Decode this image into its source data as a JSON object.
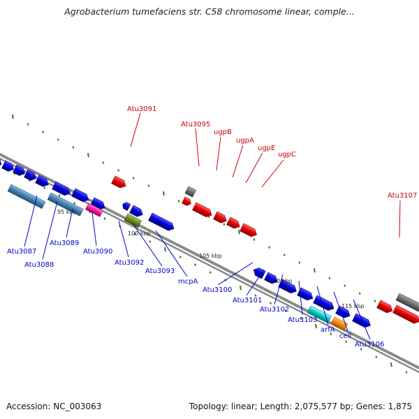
{
  "title": "Agrobacterium tumefaciens str. C58 chromosome linear, comple...",
  "footer": {
    "accession": "Accession: NC_003063",
    "summary": "Topology: linear; Length: 2,075,577 bp; Genes: 1,875"
  },
  "colors": {
    "top_label": "#cc0000",
    "bottom_label": "#0000cc",
    "backbone": "#8a8a8a",
    "tick": "#2e7d12"
  },
  "kbp_labels": [
    "95 kbp",
    "100 kbp",
    "105 kbp",
    "110 kbp",
    "115 kbp"
  ],
  "labels_top": [
    {
      "id": "Atu3091"
    },
    {
      "id": "Atu3095"
    },
    {
      "id": "ugpB"
    },
    {
      "id": "ugpA"
    },
    {
      "id": "ugpE"
    },
    {
      "id": "ugpC"
    },
    {
      "id": "Atu3107"
    }
  ],
  "labels_bottom": [
    {
      "id": "Atu3087"
    },
    {
      "id": "Atu3088"
    },
    {
      "id": "Atu3089"
    },
    {
      "id": "Atu3090"
    },
    {
      "id": "Atu3092"
    },
    {
      "id": "Atu3093"
    },
    {
      "id": "mcpA"
    },
    {
      "id": "Atu3100"
    },
    {
      "id": "Atu3101"
    },
    {
      "id": "Atu3102"
    },
    {
      "id": "Atu3103"
    },
    {
      "id": "arfA"
    },
    {
      "id": "cell"
    },
    {
      "id": "Atu3106"
    }
  ]
}
